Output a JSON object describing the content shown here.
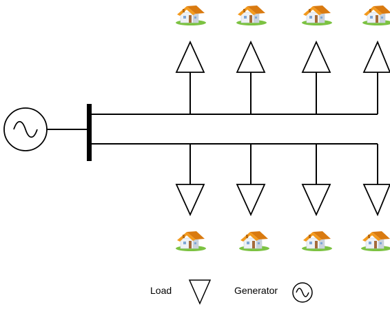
{
  "legend": {
    "load_label": "Load",
    "generator_label": "Generator"
  },
  "diagram": {
    "elements": {
      "generator_icon": "sine-circle-icon",
      "bus_icon": "busbar",
      "load_icon": "triangle-load-icon",
      "house_icon": "house-icon"
    },
    "upper_feeder_loads": 4,
    "lower_feeder_loads": 4,
    "colors": {
      "line": "#000000",
      "roof": "#f39a1e",
      "roof_shadow": "#d97a10",
      "wall": "#eef1f5",
      "wall_shadow": "#c9d1dc",
      "grass": "#7cc242",
      "window": "#7fa7d6"
    }
  }
}
